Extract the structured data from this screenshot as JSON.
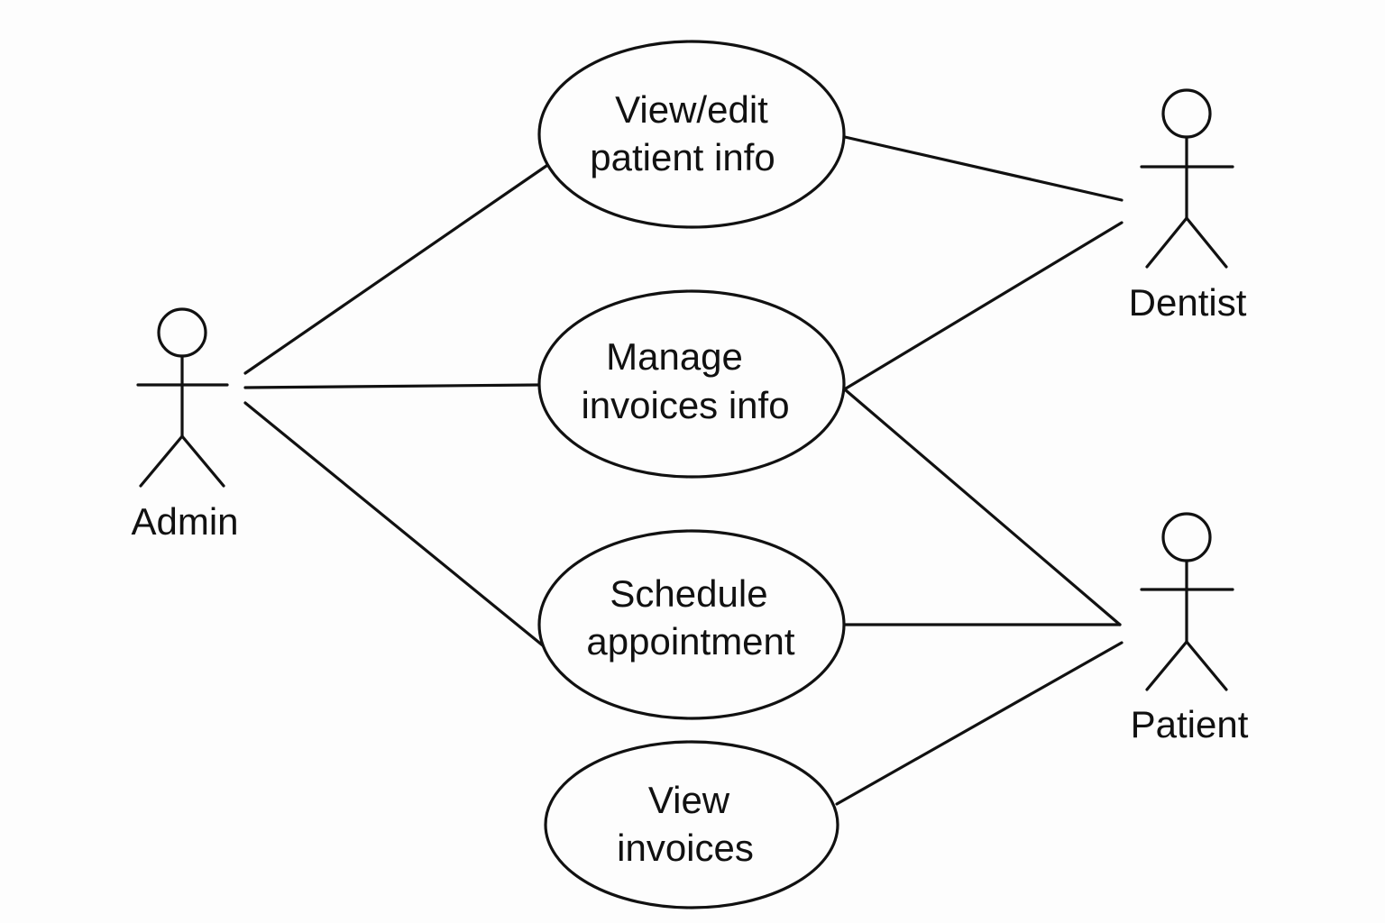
{
  "diagram": {
    "actors": {
      "admin": {
        "name": "Admin"
      },
      "dentist": {
        "name": "Dentist"
      },
      "patient": {
        "name": "Patient"
      }
    },
    "use_cases": {
      "view_edit_patient_info": {
        "line1": "View/edit",
        "line2": "patient info"
      },
      "manage_invoices_info": {
        "line1": "Manage",
        "line2": "invoices info"
      },
      "schedule_appointment": {
        "line1": "Schedule",
        "line2": "appointment"
      },
      "view_invoices": {
        "line1": "View",
        "line2": "invoices"
      }
    },
    "associations": [
      {
        "actor": "Admin",
        "use_case": "View/edit patient info"
      },
      {
        "actor": "Admin",
        "use_case": "Manage invoices info"
      },
      {
        "actor": "Admin",
        "use_case": "Schedule appointment"
      },
      {
        "actor": "Dentist",
        "use_case": "View/edit patient info"
      },
      {
        "actor": "Dentist",
        "use_case": "Manage invoices info"
      },
      {
        "actor": "Patient",
        "use_case": "Manage invoices info"
      },
      {
        "actor": "Patient",
        "use_case": "Schedule appointment"
      },
      {
        "actor": "Patient",
        "use_case": "View invoices"
      }
    ],
    "colors": {
      "line": "#111111",
      "background": "#fdfdfd"
    }
  }
}
